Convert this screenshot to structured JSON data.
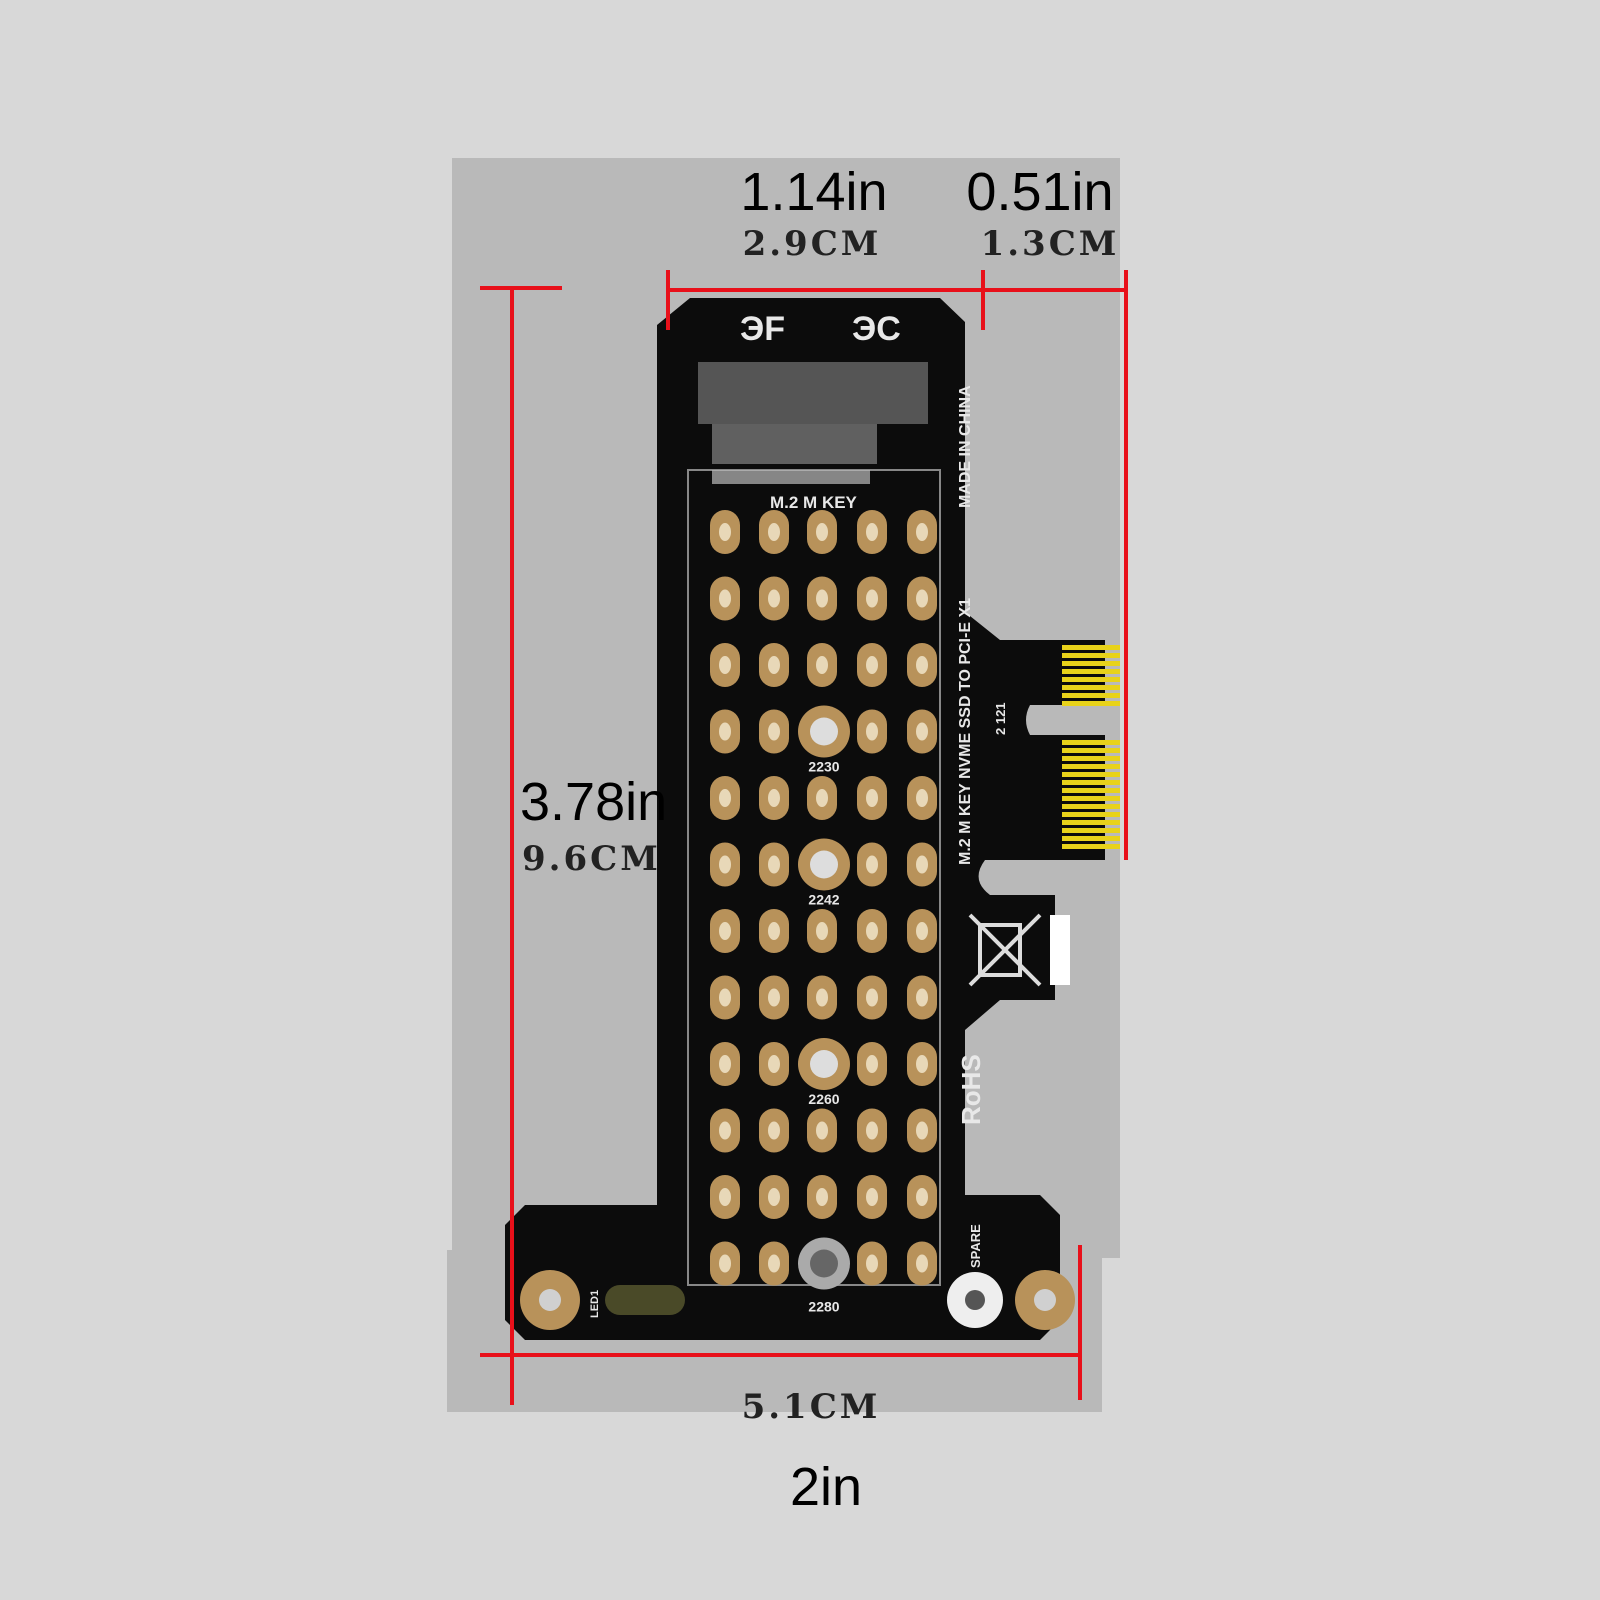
{
  "dimensions": {
    "top_width": {
      "inches": "1.14in",
      "cm": "2.9CM"
    },
    "tab_width": {
      "inches": "0.51in",
      "cm": "1.3CM"
    },
    "height": {
      "inches": "3.78in",
      "cm": "9.6CM"
    },
    "base_width": {
      "inches": "2in",
      "cm": "5.1CM"
    }
  },
  "board": {
    "key_label": "M.2 M KEY",
    "vertical_label": "M.2 M KEY NVME SSD TO PCI-E X1",
    "origin_label": "MADE IN CHINA",
    "rohs_label": "RoHS",
    "spare_label": "SPARE",
    "led_label": "LED1",
    "date_code": "2 121",
    "mount_sizes": [
      "2230",
      "2242",
      "2260",
      "2280"
    ]
  },
  "colors": {
    "dimension_line": "#e8101a",
    "board": "#0c0c0c",
    "pad": "#b8925a",
    "finger": "#e8d21a"
  }
}
